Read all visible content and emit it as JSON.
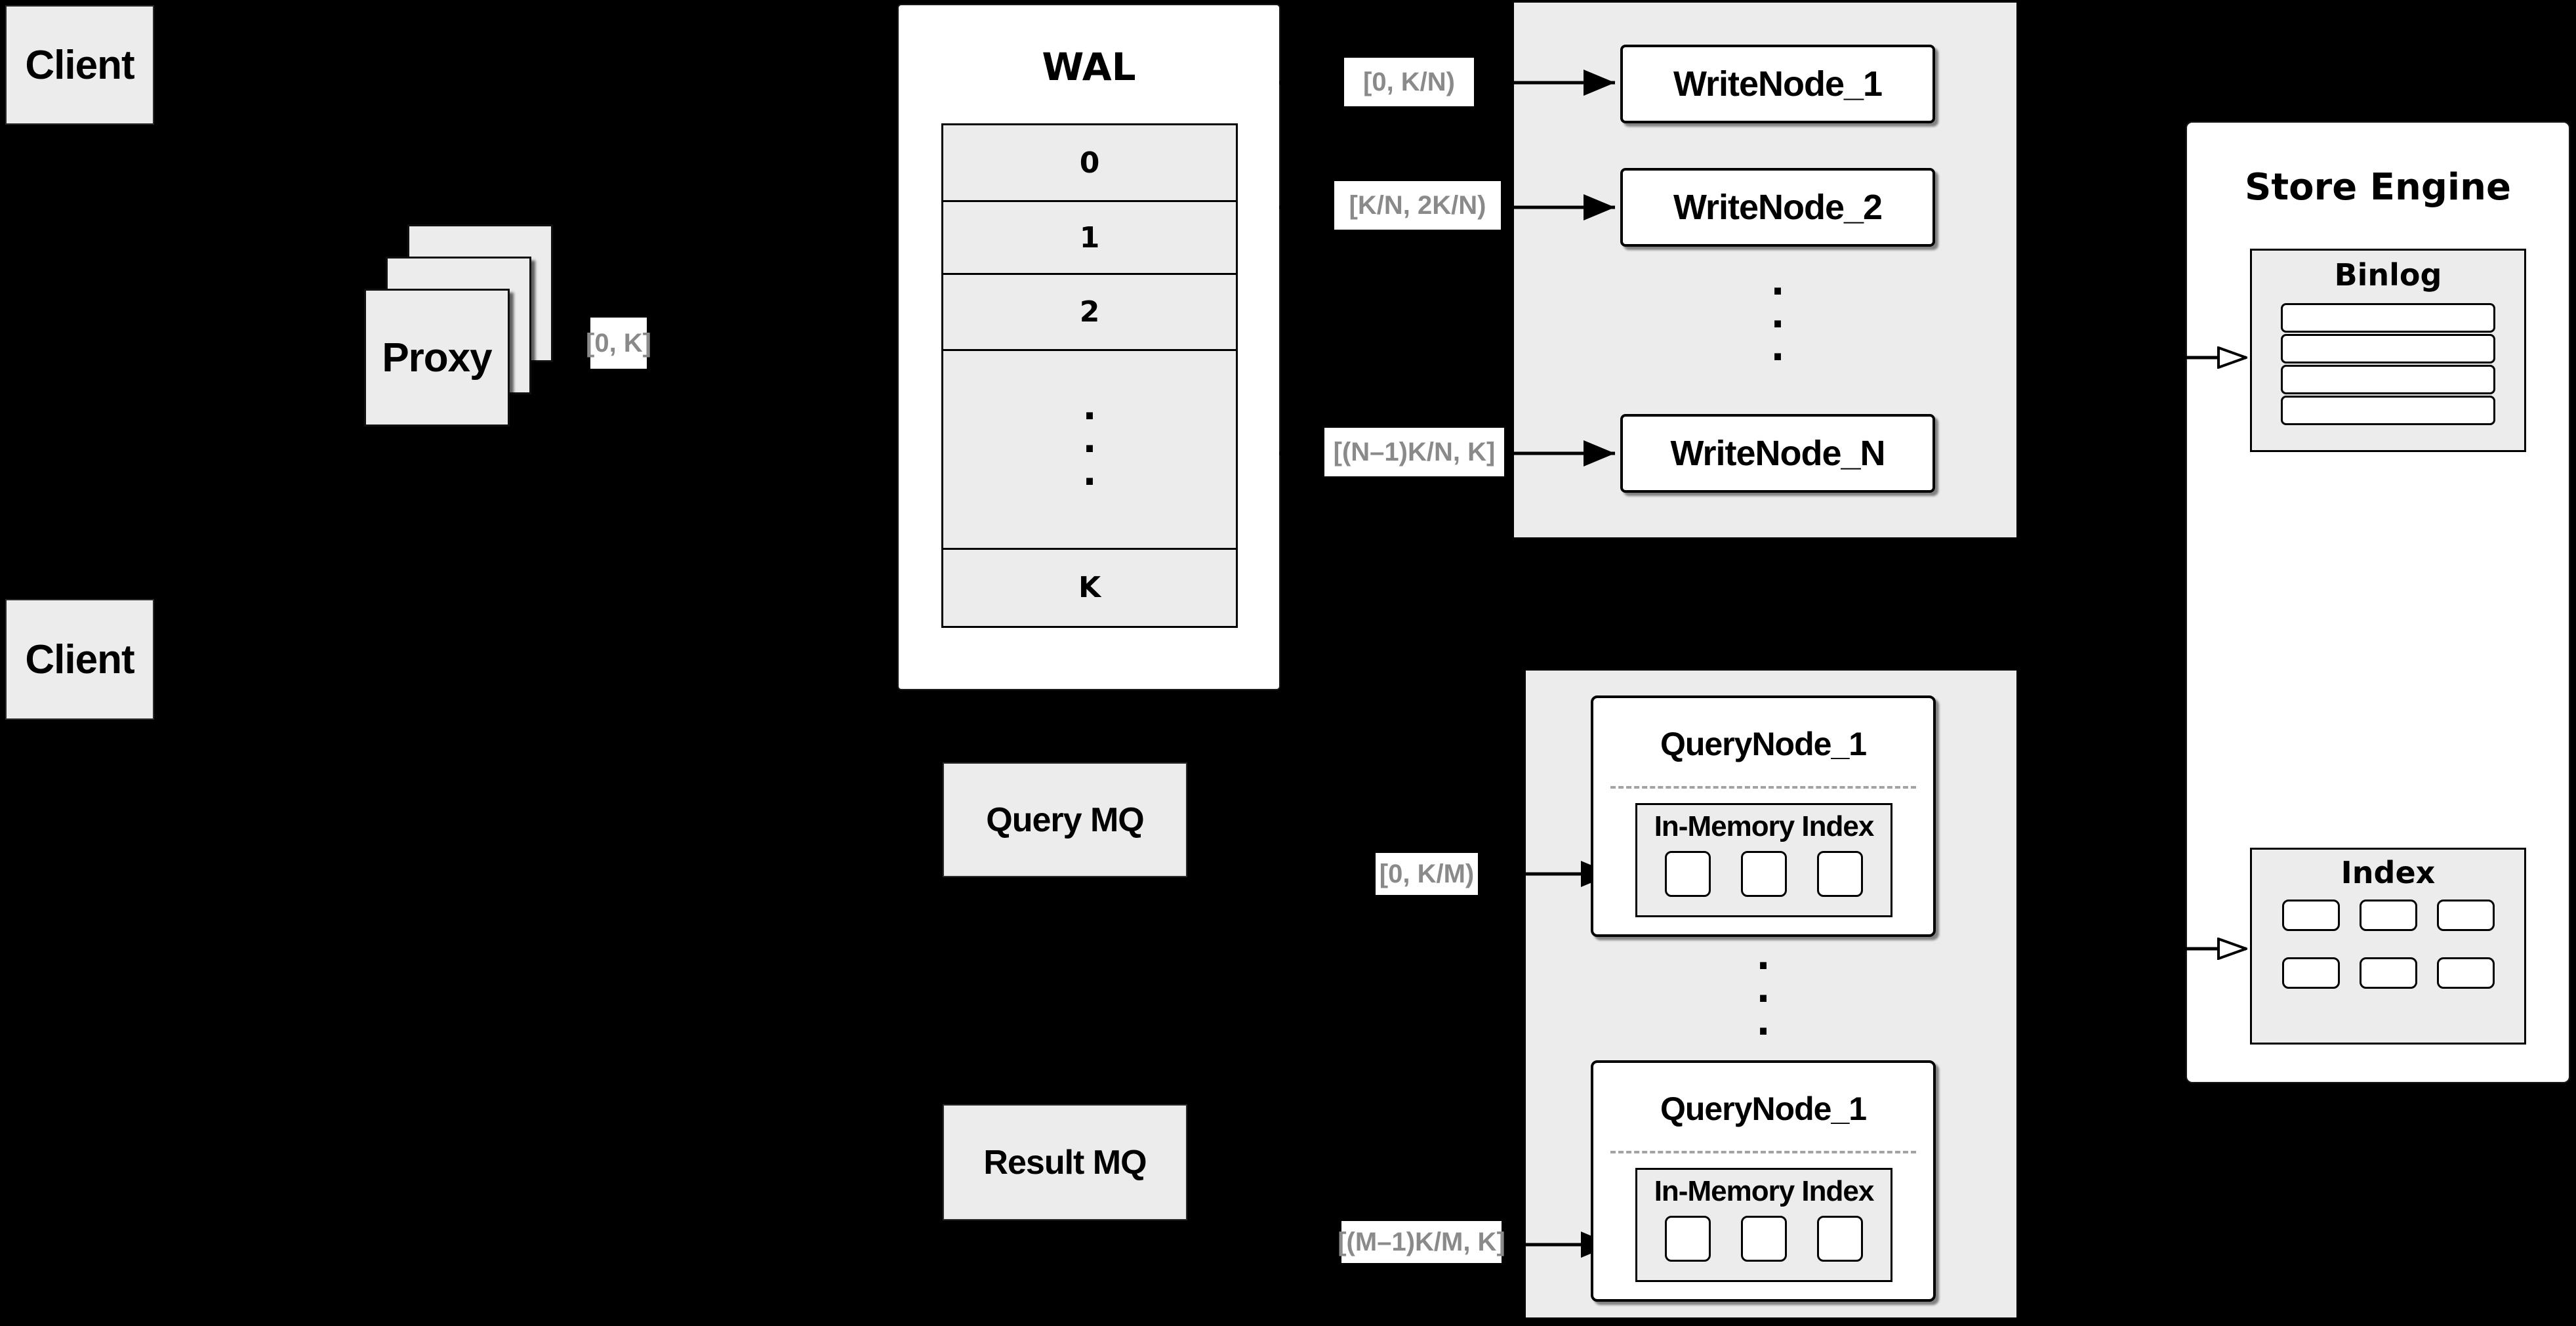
{
  "colors": {
    "background": "#000000",
    "panel_fill": "#ececec",
    "node_fill": "#ffffff",
    "line": "#000000",
    "edge_label_text": "#8a8a8a"
  },
  "diagram": {
    "clients": {
      "top": "Client",
      "bottom": "Client"
    },
    "proxy": {
      "label": "Proxy"
    },
    "edge_labels": {
      "proxy_to_wal": "[0, K]",
      "wal_to_write_1": "[0, K/N)",
      "wal_to_write_2": "[K/N, 2K/N)",
      "wal_to_write_n": "[(N–1)K/N, K]",
      "mq_to_query_1": "[0, K/M)",
      "mq_to_query_m": "[(M–1)K/M, K]"
    },
    "wal": {
      "title": "WAL",
      "cells": [
        "0",
        "1",
        "2",
        "K"
      ],
      "dots": [
        "·",
        "·",
        "·"
      ]
    },
    "write_panel": {
      "nodes": [
        "WriteNode_1",
        "WriteNode_2",
        "WriteNode_N"
      ],
      "dots": [
        "·",
        "·",
        "·"
      ]
    },
    "query_panel": {
      "nodes": [
        {
          "title": "QueryNode_1",
          "inner": "In-Memory Index"
        },
        {
          "title": "QueryNode_1",
          "inner": "In-Memory Index"
        }
      ],
      "dots": [
        "·",
        "·",
        "·"
      ]
    },
    "mq": {
      "query": "Query MQ",
      "result": "Result MQ"
    },
    "store": {
      "title": "Store Engine",
      "binlog": "Binlog",
      "index": "Index"
    }
  }
}
